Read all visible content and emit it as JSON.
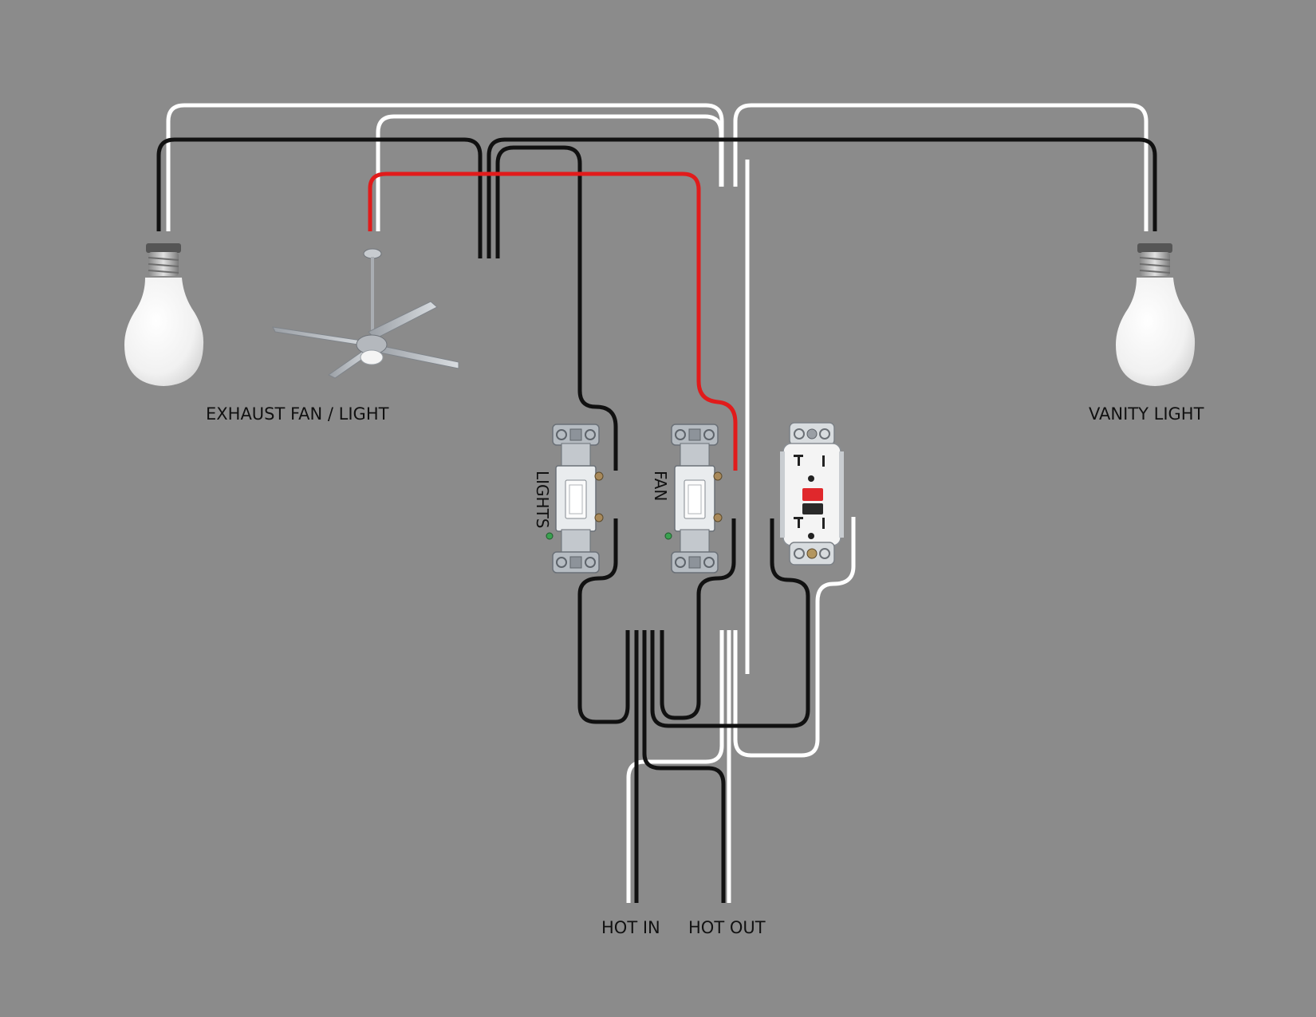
{
  "labels": {
    "exhaust_fan_light": "EXHAUST FAN / LIGHT",
    "vanity_light": "VANITY LIGHT",
    "lights_switch": "LIGHTS",
    "fan_switch": "FAN",
    "hot_in": "HOT IN",
    "hot_out": "HOT OUT"
  },
  "colors": {
    "background": "#8b8b8b",
    "hot_wire": "#111111",
    "neutral_wire": "#ffffff",
    "traveler_wire": "#e11b1b"
  },
  "icons": {
    "left_bulb": "light-bulb-icon",
    "ceiling_fan": "ceiling-fan-icon",
    "right_bulb": "light-bulb-icon",
    "lights_switch": "toggle-switch-icon",
    "fan_switch": "toggle-switch-icon",
    "receptacle": "gfci-outlet-icon"
  }
}
